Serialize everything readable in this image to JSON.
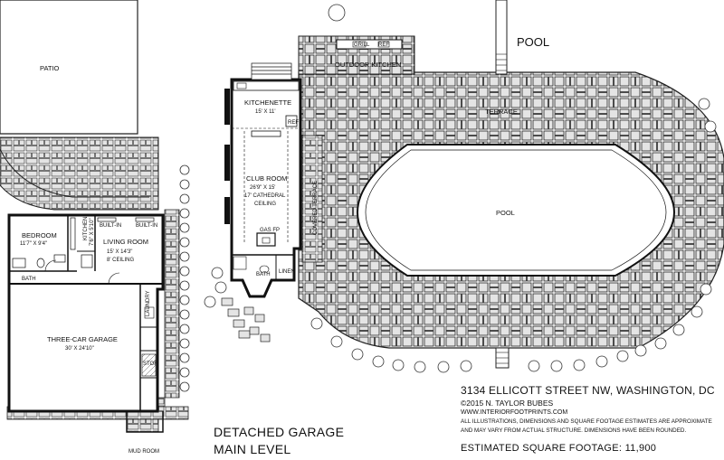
{
  "plan": {
    "rooms": {
      "patio": "PATIO",
      "bedroom": "BEDROOM",
      "bedroom_dim": "11'7\" X 9'4\"",
      "kitchen": "KITCHEN",
      "kitchen_dim": "7'6\" X 5'10\"",
      "living_room": "LIVING ROOM",
      "living_room_dim": "15' X 14'3\"",
      "living_room_ceiling": "8' CEILING",
      "bath_left": "BATH",
      "laundry": "LAUNDRY",
      "garage": "THREE-CAR GARAGE",
      "garage_dim": "30' X 24'10\"",
      "stor": "STOR",
      "mud_room": "MUD ROOM",
      "kitchenette": "KITCHENETTE",
      "kitchenette_dim": "15' X 11'",
      "club_room": "CLUB ROOM",
      "club_room_dim": "26'9\" X 15'",
      "club_room_ceiling_1": "17' CATHEDRAL",
      "club_room_ceiling_2": "CEILING",
      "gas_fp": "GAS FP",
      "bath_club": "BATH",
      "linen": "LINEN",
      "covered_terrace": "COVERED TERRACE",
      "outdoor_kitchen": "OUTDOOR KITCHEN",
      "grill": "GRILL",
      "refrigerator": "REF",
      "terrace": "TERRACE",
      "pool_inner": "POOL",
      "pool_top": "POOL",
      "builtin": "BUILT-IN"
    }
  },
  "info": {
    "address": "3134 ELLICOTT STREET NW, WASHINGTON, DC",
    "copyright": "©2015 N. TAYLOR BUBES",
    "website": "WWW.INTERIORFOOTPRINTS.COM",
    "disclaimer_line1": "ALL ILLUSTRATIONS, DIMENSIONS AND SQUARE FOOTAGE ESTIMATES ARE APPROXIMATE",
    "disclaimer_line2": "AND MAY VARY FROM ACTUAL STRUCTURE. DIMENSIONS HAVE BEEN ROUNDED.",
    "square_footage": "ESTIMATED SQUARE FOOTAGE: 11,900"
  },
  "title": {
    "line1": "DETACHED GARAGE",
    "line2": "MAIN LEVEL"
  }
}
